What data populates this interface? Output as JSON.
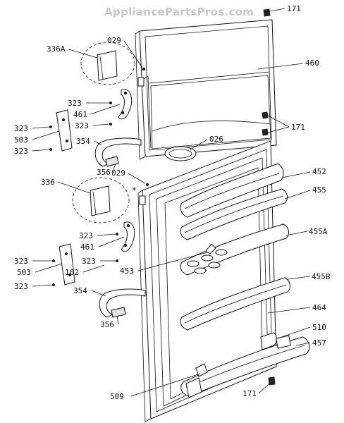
{
  "watermark": "AppliancePartsPros.com",
  "labels": {
    "l171a": "171",
    "l029a": "029",
    "l336A": "336A",
    "l460": "460",
    "l323a": "323",
    "l461a": "461",
    "l323b": "323",
    "l323c": "323",
    "l503a": "503",
    "l323d": "323",
    "l171b": "171",
    "l354a": "354",
    "l026": "026",
    "l356a": "356",
    "l029b": "029",
    "l452": "452",
    "l336": "336",
    "l455": "455",
    "l323e": "323",
    "l455A": "455A",
    "l461b": "461",
    "l323f": "323",
    "l453": "453",
    "l503b": "503",
    "l323g": "323",
    "l102": "102",
    "l323h": "323",
    "l455B": "455B",
    "l354b": "354",
    "l464": "464",
    "l356b": "356",
    "l510": "510",
    "l457": "457",
    "l509": "509",
    "l171c": "171"
  }
}
